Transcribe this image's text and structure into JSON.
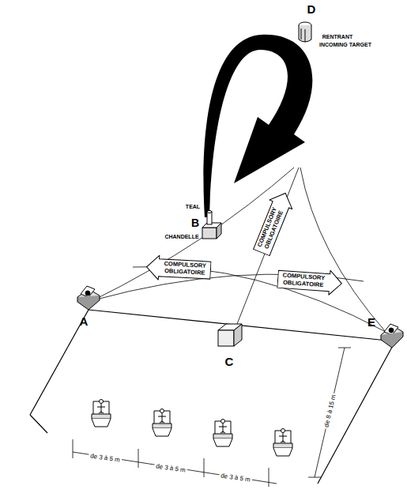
{
  "diagram": {
    "nodes": [
      {
        "text": [
          "COMPULSORY",
          "OBLIGATOIRE"
        ]
      },
      {
        "text": [
          "COMPULSORY",
          "OBLIGATOIRE"
        ]
      },
      {
        "text": [
          "COMPULSORY",
          "OBLIGATOIRE"
        ]
      }
    ],
    "labels": [
      "D",
      "RENTRANT",
      "INCOMING TARGET",
      "TEAL",
      "B",
      "CHANDELLE",
      "A",
      "C",
      "E",
      "de 8 à 15 m",
      "de 3 à 5 m",
      "de 3 à 5 m",
      "de 3 à 5 m"
    ]
  }
}
